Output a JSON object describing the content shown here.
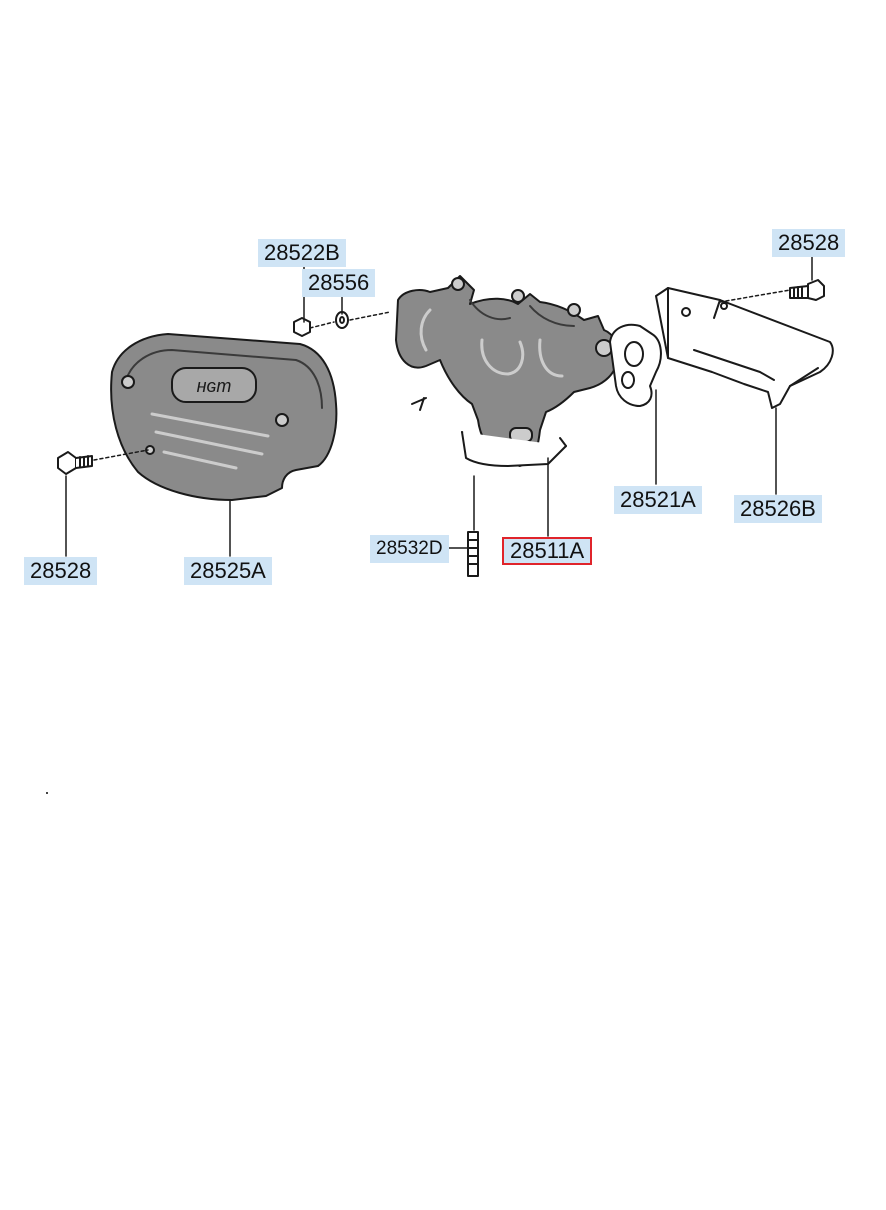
{
  "callouts": [
    {
      "id": "28522B",
      "label": "28522B"
    },
    {
      "id": "28556",
      "label": "28556"
    },
    {
      "id": "28528_top",
      "label": "28528"
    },
    {
      "id": "28521A",
      "label": "28521A"
    },
    {
      "id": "28526B",
      "label": "28526B"
    },
    {
      "id": "28532D",
      "label": "28532D"
    },
    {
      "id": "28511A",
      "label": "28511A"
    },
    {
      "id": "28528_left",
      "label": "28528"
    },
    {
      "id": "28525A",
      "label": "28525A"
    }
  ],
  "selected_callout": "28511A",
  "colors": {
    "label_background": "#cfe4f5",
    "highlight_border": "#e0242b",
    "line_art": "#1a1a1a",
    "part_fill": "#8a8a8a"
  }
}
